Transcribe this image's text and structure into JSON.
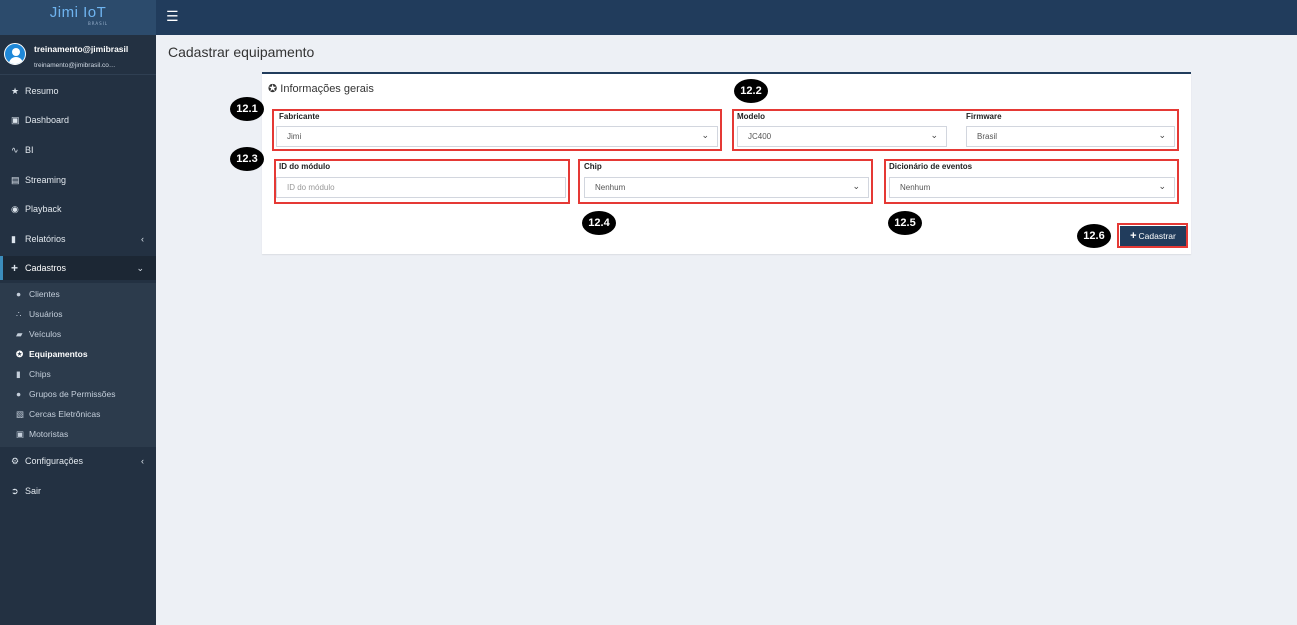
{
  "brand": {
    "name": "Jimi IoT",
    "sub": "BRASIL"
  },
  "user": {
    "name": "treinamento@jimibrasil",
    "email": "treinamento@jimibrasil.co…"
  },
  "nav": {
    "resumo": "Resumo",
    "dashboard": "Dashboard",
    "bi": "BI",
    "streaming": "Streaming",
    "playback": "Playback",
    "relatorios": "Relatórios",
    "cadastros": "Cadastros",
    "configuracoes": "Configurações",
    "sair": "Sair"
  },
  "submenu": {
    "clientes": "Clientes",
    "usuarios": "Usuários",
    "veiculos": "Veículos",
    "equipamentos": "Equipamentos",
    "chips": "Chips",
    "grupos": "Grupos de Permissões",
    "cercas": "Cercas Eletrônicas",
    "motoristas": "Motoristas"
  },
  "page": {
    "title": "Cadastrar equipamento"
  },
  "card": {
    "title": "Informações gerais"
  },
  "form": {
    "fabricante": {
      "label": "Fabricante",
      "value": "Jimi"
    },
    "modelo": {
      "label": "Modelo",
      "value": "JC400"
    },
    "firmware": {
      "label": "Firmware",
      "value": "Brasil"
    },
    "id_modulo": {
      "label": "ID do módulo",
      "placeholder": "ID do módulo"
    },
    "chip": {
      "label": "Chip",
      "value": "Nenhum"
    },
    "dicionario": {
      "label": "Dicionário de eventos",
      "value": "Nenhum"
    },
    "submit": "Cadastrar"
  },
  "markers": {
    "m1": "12.1",
    "m2": "12.2",
    "m3": "12.3",
    "m4": "12.4",
    "m5": "12.5",
    "m6": "12.6"
  },
  "colors": {
    "topbar": "#213c5c",
    "sidebar": "#233142",
    "highlight": "#e53935",
    "button": "#213c5c"
  }
}
